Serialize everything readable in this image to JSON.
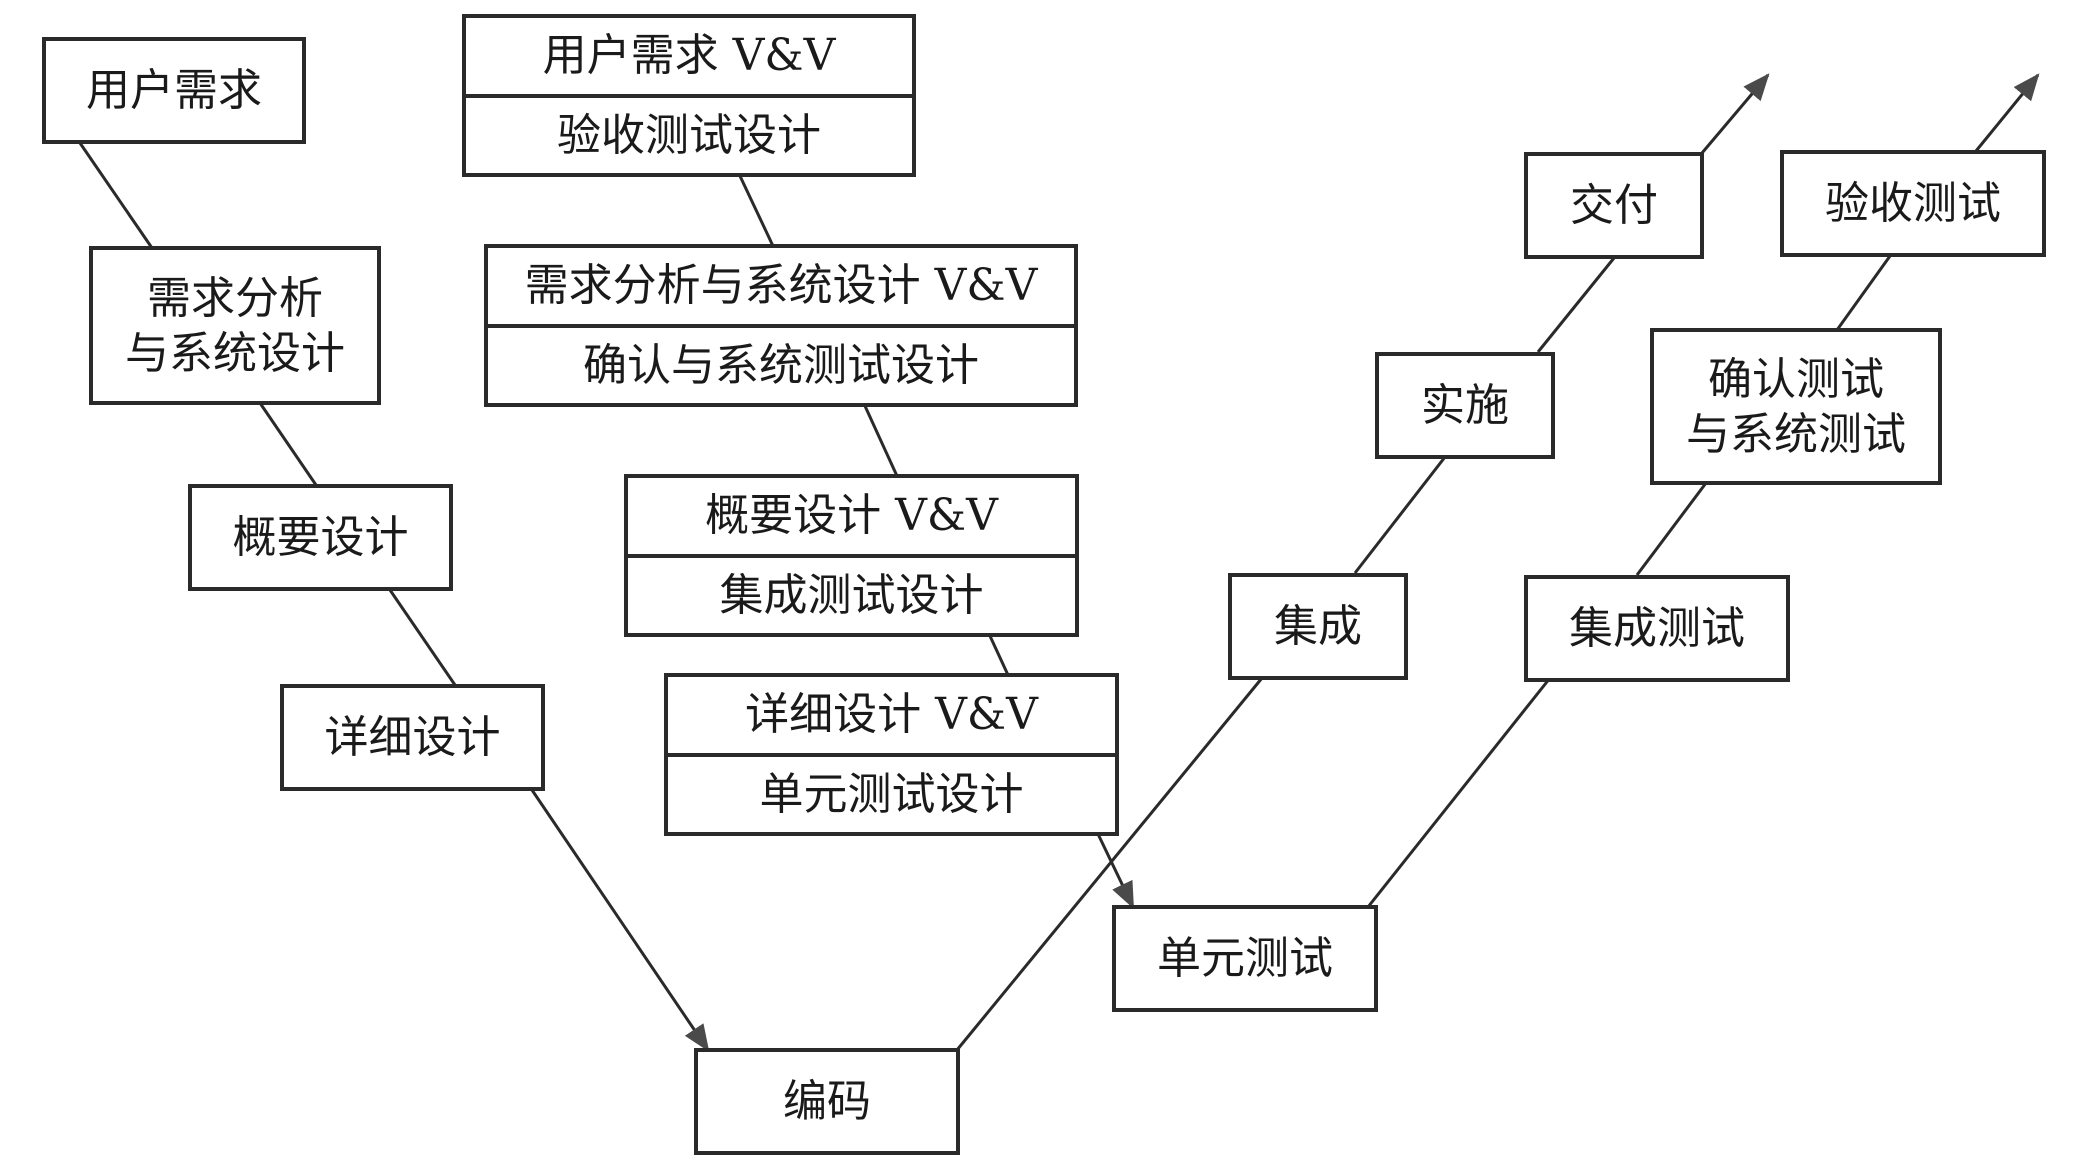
{
  "diagram": {
    "type": "V-model software development process",
    "left_branch": [
      {
        "id": "user-requirements",
        "lines": [
          "用户需求"
        ]
      },
      {
        "id": "requirements-analysis",
        "lines": [
          "需求分析",
          "与系统设计"
        ]
      },
      {
        "id": "high-level-design",
        "lines": [
          "概要设计"
        ]
      },
      {
        "id": "detailed-design",
        "lines": [
          "详细设计"
        ]
      }
    ],
    "bottom": {
      "id": "coding",
      "lines": [
        "编码"
      ]
    },
    "vv_column": [
      {
        "id": "vv-user-requirements",
        "top": "用户需求 V&V",
        "bottom": "验收测试设计"
      },
      {
        "id": "vv-requirements-analysis",
        "top": "需求分析与系统设计 V&V",
        "bottom": "确认与系统测试设计"
      },
      {
        "id": "vv-high-level-design",
        "top": "概要设计 V&V",
        "bottom": "集成测试设计"
      },
      {
        "id": "vv-detailed-design",
        "top": "详细设计 V&V",
        "bottom": "单元测试设计"
      }
    ],
    "right_branch_build": [
      {
        "id": "integration",
        "lines": [
          "集成"
        ]
      },
      {
        "id": "implementation",
        "lines": [
          "实施"
        ]
      },
      {
        "id": "delivery",
        "lines": [
          "交付"
        ]
      }
    ],
    "right_branch_test": [
      {
        "id": "unit-test",
        "lines": [
          "单元测试"
        ]
      },
      {
        "id": "integration-test",
        "lines": [
          "集成测试"
        ]
      },
      {
        "id": "validation-system-test",
        "lines": [
          "确认测试",
          "与系统测试"
        ]
      },
      {
        "id": "acceptance-test",
        "lines": [
          "验收测试"
        ]
      }
    ],
    "colors": {
      "stroke": "#2a2a2a",
      "arrow": "#4a4a4a",
      "text": "#1a1a1a",
      "background": "#ffffff"
    }
  }
}
